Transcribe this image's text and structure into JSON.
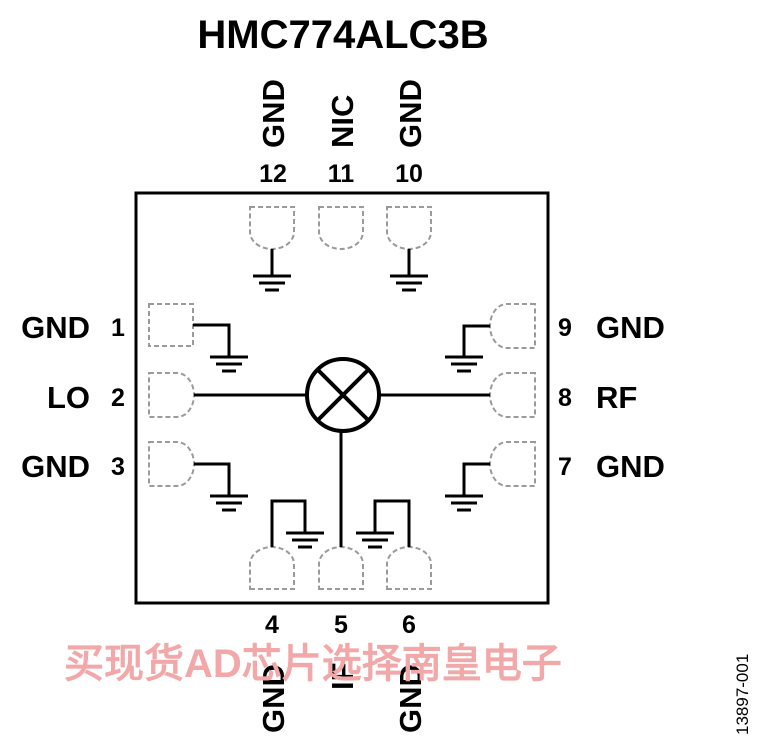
{
  "title": "HMC774ALC3B",
  "pins": {
    "p1": {
      "number": "1",
      "name": "GND"
    },
    "p2": {
      "number": "2",
      "name": "LO"
    },
    "p3": {
      "number": "3",
      "name": "GND"
    },
    "p4": {
      "number": "4",
      "name": "GND"
    },
    "p5": {
      "number": "5",
      "name": "IF"
    },
    "p6": {
      "number": "6",
      "name": "GND"
    },
    "p7": {
      "number": "7",
      "name": "GND"
    },
    "p8": {
      "number": "8",
      "name": "RF"
    },
    "p9": {
      "number": "9",
      "name": "GND"
    },
    "p10": {
      "number": "10",
      "name": "GND"
    },
    "p11": {
      "number": "11",
      "name": "NIC"
    },
    "p12": {
      "number": "12",
      "name": "GND"
    }
  },
  "figure_id": "13897-001",
  "watermark": "买现货AD芯片选择南皇电子",
  "colors": {
    "lines": "#000000",
    "pad_outline": "#9a9a9a",
    "watermark": "#f2a8a8"
  },
  "symbols": [
    "mixer-symbol",
    "ground-symbol"
  ]
}
